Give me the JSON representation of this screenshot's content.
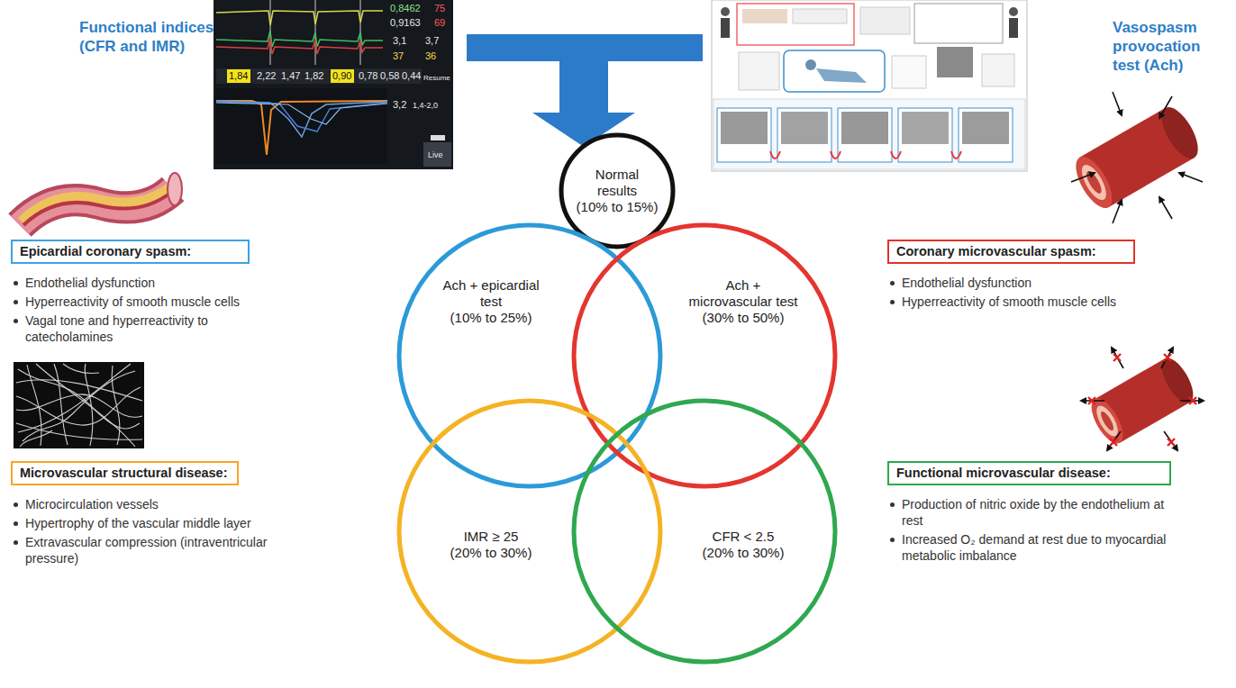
{
  "diagram": {
    "nodes": [
      {
        "text": [
          "Epicardial coronary spasm:",
          "Endothelial dysfunction",
          "Hyperreactivity of smooth muscle cells",
          "Vagal tone and hyperreactivity to catecholamines"
        ]
      },
      {
        "text": [
          "Coronary microvascular spasm:",
          "Endothelial dysfunction",
          "Hyperreactivity of smooth muscle cells"
        ]
      },
      {
        "text": [
          "Normal results",
          "(10% to 15%)"
        ]
      },
      {
        "text": [
          "Ach + epicardial test",
          "(10% to 25%)"
        ]
      },
      {
        "text": [
          "Ach + microvascular test",
          "(30% to 50%)"
        ]
      },
      {
        "text": [
          "Microvascular structural disease:",
          "Microcirculation vessels",
          "Hypertrophy of the vascular middle layer",
          "Extravascular compression (intraventricular pressure)"
        ]
      },
      {
        "text": [
          "IMR ≥ 25",
          "(20% to 30%)"
        ]
      },
      {
        "text": [
          "CFR < 2.5",
          "(20% to 30%)"
        ]
      },
      {
        "text": [
          "Functional microvascular disease:",
          "Production of nitric oxide by the endothelium at rest",
          "Increased O₂ demand at rest due to myocardial metabolic imbalance"
        ]
      }
    ],
    "labels": [
      "Functional indices (CFR and IMR)",
      "Vasospasm provocation test (Ach)",
      "0,8462",
      "75",
      "0,9163",
      "69",
      "3,1",
      "3,7",
      "37",
      "36",
      "1,84",
      "2,22",
      "1,47",
      "1,82",
      "0,90",
      "0,78",
      "0,58",
      "0,44",
      "Resume",
      "3,2",
      "1,4-2,0",
      "Live"
    ]
  }
}
